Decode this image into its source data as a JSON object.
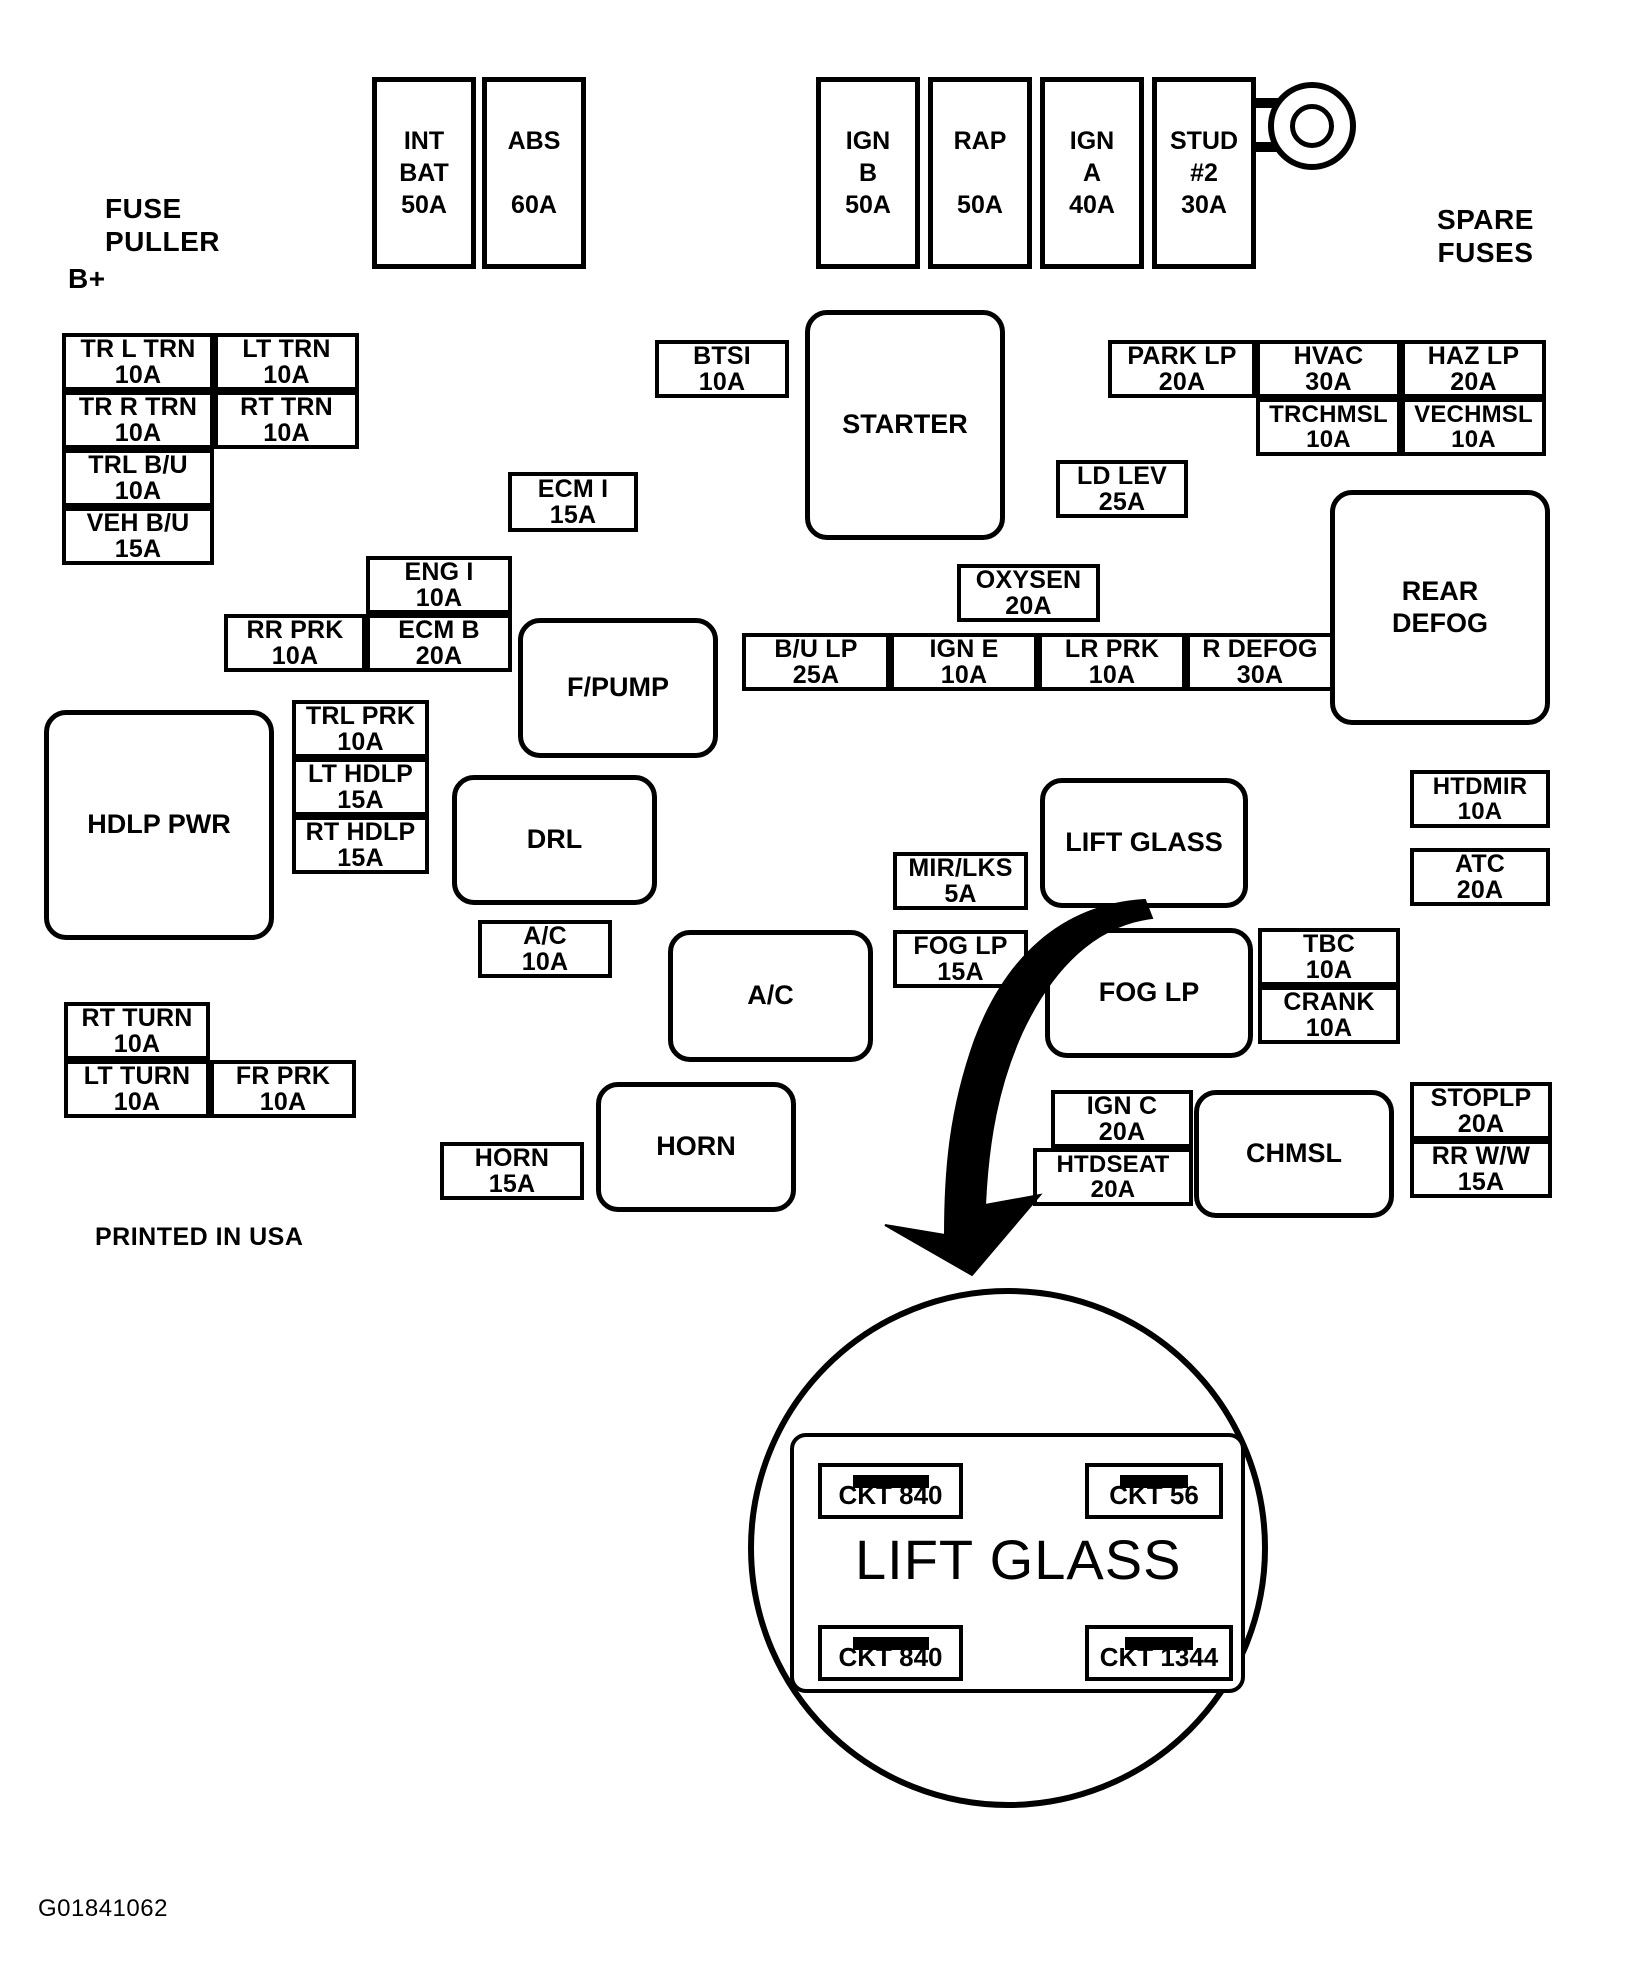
{
  "document": {
    "figure_id": "G01841062",
    "printed_in": "PRINTED IN USA"
  },
  "labels": {
    "fuse_puller": "FUSE\nPULLER",
    "b_plus": "B+",
    "spare_fuses": "SPARE\nFUSES"
  },
  "maxi_fuses": [
    {
      "name": "INT\nBAT",
      "amp": "50A",
      "text": "INT\nBAT\n50A"
    },
    {
      "name": "ABS",
      "amp": "60A",
      "text": "ABS\n\n60A"
    },
    {
      "name": "IGN\nB",
      "amp": "50A",
      "text": "IGN\nB\n50A"
    },
    {
      "name": "RAP",
      "amp": "50A",
      "text": "RAP\n\n50A"
    },
    {
      "name": "IGN\nA",
      "amp": "40A",
      "text": "IGN\nA\n40A"
    },
    {
      "name": "STUD\n#2",
      "amp": "30A",
      "text": "STUD\n#2\n30A"
    }
  ],
  "fuses": [
    {
      "name": "TR L TRN",
      "amp": "10A"
    },
    {
      "name": "LT TRN",
      "amp": "10A"
    },
    {
      "name": "TR R TRN",
      "amp": "10A"
    },
    {
      "name": "RT TRN",
      "amp": "10A"
    },
    {
      "name": "TRL B/U",
      "amp": "10A"
    },
    {
      "name": "VEH B/U",
      "amp": "15A"
    },
    {
      "name": "BTSI",
      "amp": "10A"
    },
    {
      "name": "ECM I",
      "amp": "15A"
    },
    {
      "name": "LD LEV",
      "amp": "25A"
    },
    {
      "name": "PARK LP",
      "amp": "20A"
    },
    {
      "name": "HVAC",
      "amp": "30A"
    },
    {
      "name": "HAZ LP",
      "amp": "20A"
    },
    {
      "name": "TRCHMSL",
      "amp": "10A"
    },
    {
      "name": "VECHMSL",
      "amp": "10A"
    },
    {
      "name": "ENG I",
      "amp": "10A"
    },
    {
      "name": "OXYSEN",
      "amp": "20A"
    },
    {
      "name": "RR PRK",
      "amp": "10A"
    },
    {
      "name": "ECM B",
      "amp": "20A"
    },
    {
      "name": "B/U LP",
      "amp": "25A"
    },
    {
      "name": "IGN E",
      "amp": "10A"
    },
    {
      "name": "LR PRK",
      "amp": "10A"
    },
    {
      "name": "R DEFOG",
      "amp": "30A"
    },
    {
      "name": "TRL PRK",
      "amp": "10A"
    },
    {
      "name": "LT HDLP",
      "amp": "15A"
    },
    {
      "name": "RT HDLP",
      "amp": "15A"
    },
    {
      "name": "A/C",
      "amp": "10A"
    },
    {
      "name": "MIR/LKS",
      "amp": "5A"
    },
    {
      "name": "FOG LP",
      "amp": "15A"
    },
    {
      "name": "HTDMIR",
      "amp": "10A"
    },
    {
      "name": "ATC",
      "amp": "20A"
    },
    {
      "name": "TBC",
      "amp": "10A"
    },
    {
      "name": "CRANK",
      "amp": "10A"
    },
    {
      "name": "RT TURN",
      "amp": "10A"
    },
    {
      "name": "LT TURN",
      "amp": "10A"
    },
    {
      "name": "FR PRK",
      "amp": "10A"
    },
    {
      "name": "IGN C",
      "amp": "20A"
    },
    {
      "name": "HTDSEAT",
      "amp": "20A"
    },
    {
      "name": "STOPLP",
      "amp": "20A"
    },
    {
      "name": "RR W/W",
      "amp": "15A"
    },
    {
      "name": "HORN",
      "amp": "15A"
    }
  ],
  "relays": [
    {
      "label": "STARTER"
    },
    {
      "label": "REAR\nDEFOG"
    },
    {
      "label": "F/PUMP"
    },
    {
      "label": "HDLP PWR"
    },
    {
      "label": "DRL"
    },
    {
      "label": "LIFT GLASS"
    },
    {
      "label": "A/C"
    },
    {
      "label": "FOG LP"
    },
    {
      "label": "HORN"
    },
    {
      "label": "CHMSL"
    }
  ],
  "callout": {
    "title": "LIFT GLASS",
    "terminals": [
      {
        "position": "top-left",
        "label": "CKT 840"
      },
      {
        "position": "top-right",
        "label": "CKT 56"
      },
      {
        "position": "bottom-left",
        "label": "CKT 840"
      },
      {
        "position": "bottom-right",
        "label": "CKT 1344"
      }
    ]
  },
  "colors": {
    "ink": "#000000",
    "paper": "#ffffff"
  }
}
